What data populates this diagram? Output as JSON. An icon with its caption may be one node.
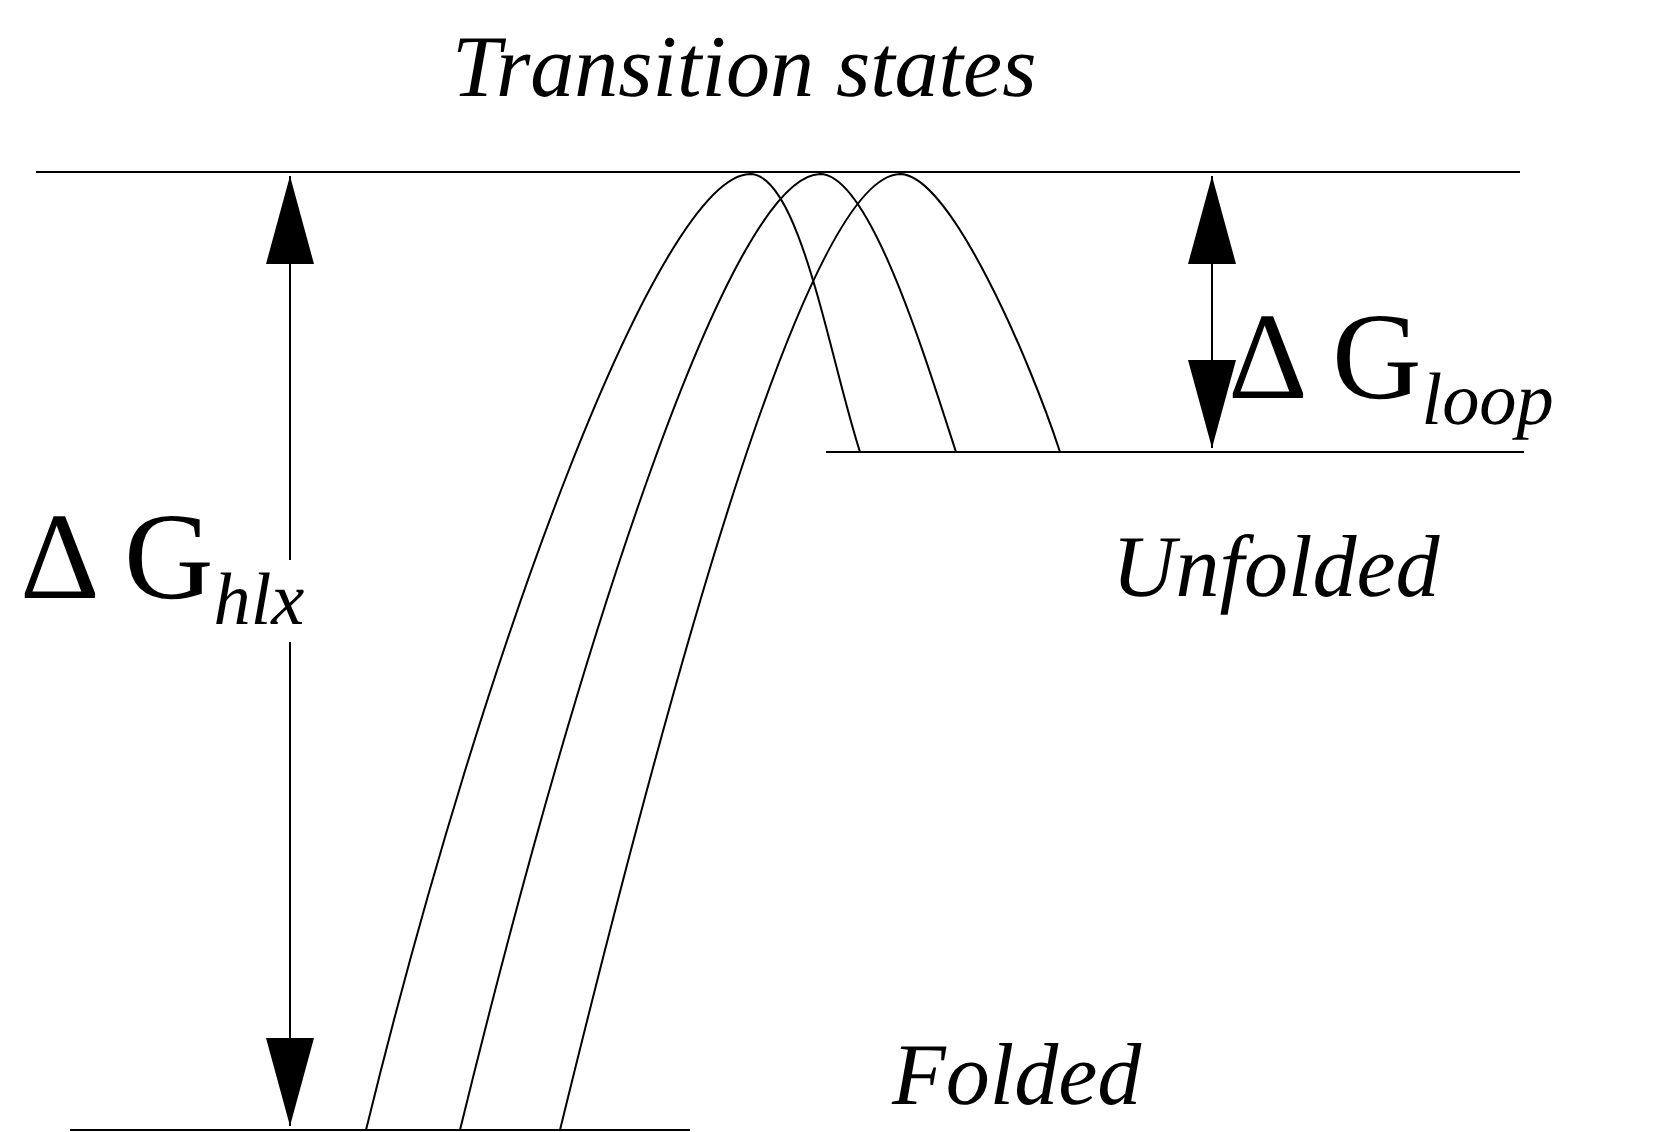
{
  "diagram": {
    "labels": [
      "Transition states",
      "Δ G$_{hlx}$",
      "Δ G$_{loop}$",
      "Unfolded",
      "Folded"
    ]
  }
}
